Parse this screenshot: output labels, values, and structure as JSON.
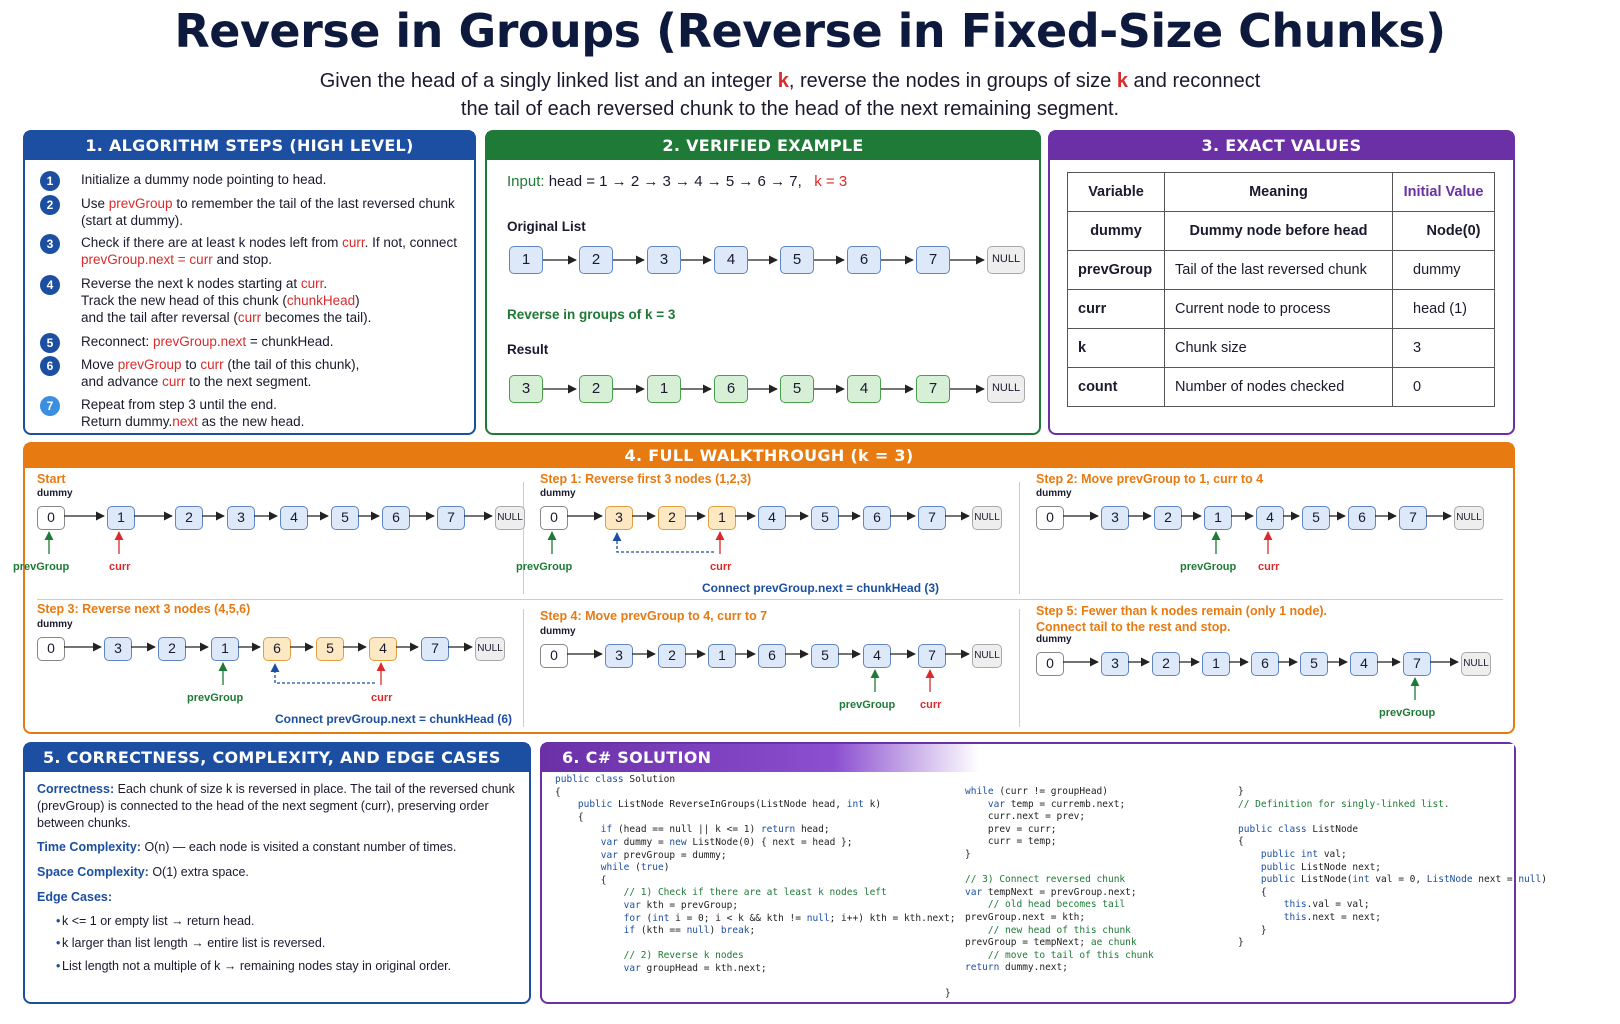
{
  "title": "Reverse in Groups (Reverse in Fixed-Size Chunks)",
  "subtitle": {
    "line1_a": "Given the head of a singly linked list and an integer ",
    "k": "k",
    "line1_b": ", reverse the nodes in groups of size ",
    "line1_c": " and reconnect",
    "line2": "the tail of each reversed chunk to the head of the next remaining segment."
  },
  "panel1": {
    "header": "1.  ALGORITHM STEPS (HIGH LEVEL)",
    "steps": [
      {
        "n": "1",
        "html": "Initialize a dummy node pointing to head."
      },
      {
        "n": "2",
        "html": "Use <span class='red'>prevGroup</span> to remember the tail of the last reversed chunk (start at dummy)."
      },
      {
        "n": "3",
        "html": "Check if there are at least k nodes left from <span class='red'>curr</span>. If not, connect <span class='red'>prevGroup.next = curr</span> and stop."
      },
      {
        "n": "4",
        "html": "Reverse the next k nodes starting at <span class='red'>curr</span>.<br>Track the new head of this chunk (<span class='red'>chunkHead</span>)<br>and the tail after reversal (<span class='red'>curr</span> becomes the tail)."
      },
      {
        "n": "5",
        "html": "Reconnect: <span class='red'>prevGroup.next</span> = chunkHead."
      },
      {
        "n": "6",
        "html": "Move <span class='red'>prevGroup</span> to <span class='red'>curr</span> (the tail of this chunk),<br>and advance <span class='red'>curr</span> to the next segment."
      },
      {
        "n": "7",
        "html": "Repeat from step 3 until the end.<br>Return dummy.<span class='red'>next</span> as the new head."
      }
    ]
  },
  "panel2": {
    "header": "2.  VERIFIED EXAMPLE",
    "input_label": "Input:",
    "input_text": "head = 1 → 2 → 3 → 4 → 5 → 6 → 7,",
    "input_k": "k = 3",
    "original_label": "Original List",
    "original": [
      "1",
      "2",
      "3",
      "4",
      "5",
      "6",
      "7"
    ],
    "reverse_label": "Reverse in groups of  k = 3",
    "result_label": "Result",
    "result": [
      "3",
      "2",
      "1",
      "6",
      "5",
      "4",
      "7"
    ],
    "null": "NULL"
  },
  "panel3": {
    "header": "3.  EXACT VALUES",
    "cols": [
      "Variable",
      "Meaning",
      "Initial Value"
    ],
    "rows": [
      [
        "dummy",
        "Dummy node before head",
        "Node(0)"
      ],
      [
        "prevGroup",
        "Tail of the last reversed chunk",
        "dummy"
      ],
      [
        "curr",
        "Current node to process",
        "head (1)"
      ],
      [
        "k",
        "Chunk size",
        "3"
      ],
      [
        "count",
        "Number of nodes checked",
        "0"
      ]
    ]
  },
  "panel4": {
    "header": "4.  FULL WALKTHROUGH (k = 3)",
    "dummy": "dummy",
    "prevGroup": "prevGroup",
    "curr": "curr",
    "null": "NULL",
    "scenes": [
      {
        "title": "Start",
        "nodes": [
          "0",
          "1",
          "2",
          "3",
          "4",
          "5",
          "6",
          "7"
        ],
        "orange": [],
        "connect": ""
      },
      {
        "title": "Step 1: Reverse first 3 nodes (1,2,3)",
        "nodes": [
          "0",
          "3",
          "2",
          "1",
          "4",
          "5",
          "6",
          "7"
        ],
        "orange": [
          1,
          2,
          3
        ],
        "connect": "Connect prevGroup.next = chunkHead (3)"
      },
      {
        "title": "Step 2: Move prevGroup to 1, curr to 4",
        "nodes": [
          "0",
          "3",
          "2",
          "1",
          "4",
          "5",
          "6",
          "7"
        ],
        "orange": [],
        "connect": ""
      },
      {
        "title": "Step 3: Reverse next 3 nodes (4,5,6)",
        "nodes": [
          "0",
          "3",
          "2",
          "1",
          "6",
          "5",
          "4",
          "7"
        ],
        "orange": [
          4,
          5,
          6
        ],
        "connect": "Connect prevGroup.next = chunkHead (6)"
      },
      {
        "title": "Step 4: Move prevGroup to 4, curr to 7",
        "nodes": [
          "0",
          "3",
          "2",
          "1",
          "6",
          "5",
          "4",
          "7"
        ],
        "orange": [],
        "connect": ""
      },
      {
        "title": "Step 5: Fewer than k nodes remain (only 1 node).",
        "title2": "Connect tail to the rest and stop.",
        "nodes": [
          "0",
          "3",
          "2",
          "1",
          "6",
          "5",
          "4",
          "7"
        ],
        "orange": [],
        "connect": ""
      }
    ]
  },
  "panel5": {
    "header": "5.  CORRECTNESS, COMPLEXITY, AND EDGE CASES",
    "correctness_label": "Correctness:",
    "correctness": "Each chunk of size k is reversed in place. The tail of the reversed chunk (prevGroup) is connected to the head of the next segment (curr), preserving order between chunks.",
    "time_label": "Time Complexity:",
    "time": "O(n) — each node is visited a constant number of times.",
    "space_label": "Space Complexity:",
    "space": "O(1) extra space.",
    "edge_label": "Edge Cases:",
    "edges": [
      "k <= 1 or empty list → return head.",
      "k larger than list length → entire list is reversed.",
      "List length not a multiple of k → remaining nodes stay in original order."
    ]
  },
  "panel6": {
    "header": "6.  C# SOLUTION",
    "code_col1": "<span class='kw'>public class</span> Solution\n{\n    <span class='kw'>public</span> ListNode ReverseInGroups(ListNode head, <span class='kw'>int</span> k)\n    {\n        <span class='kw'>if</span> (head == null || k <= 1) <span class='kw'>return</span> head;\n        <span class='kw'>var</span> dummy = <span class='kw'>new</span> ListNode(0) { next = head };\n        <span class='kw'>var</span> prevGroup = dummy;\n        <span class='kw'>while</span> (<span class='kw'>true</span>)\n        {\n            <span class='cm'>// 1) Check if there are at least k nodes left</span>\n            <span class='kw'>var</span> kth = prevGroup;\n            <span class='kw'>for</span> (<span class='kw'>int</span> i = 0; i < k && kth != <span class='kw'>null</span>; i++) kth = kth.next;\n            <span class='kw'>if</span> (kth == <span class='kw'>null</span>) <span class='kw'>break</span>;\n\n            <span class='cm'>// 2) Reverse k nodes</span>\n            <span class='kw'>var</span> groupHead = kth.next;",
    "code_col2": "<span class='kw'>while</span> (curr != groupHead)\n    <span class='kw'>var</span> temp = curremb.next;\n    curr.next = prev;\n    prev = curr;\n    curr = temp;\n}\n\n<span class='cm'>// 3) Connect reversed chunk</span>\n<span class='kw'>var</span> tempNext = prevGroup.next;\n    <span class='cm'>// old head becomes tail</span>\nprevGroup.next = kth;\n    <span class='cm'>// new head of this chunk</span>\nprevGroup = tempNext; <span class='cm'>ae chunk</span>\n    <span class='cm'>// move to tail of this chunk</span>\n<span class='kw'>return</span> dummy.next;",
    "code_col3": "}\n<span class='cm'>// Definition for singly-linked list.</span>\n\n<span class='kw'>public class</span> ListNode\n{\n    <span class='kw'>public int</span> val;\n    <span class='kw'>public</span> ListNode next;\n    <span class='kw'>public</span> ListNode(<span class='kw'>int</span> val = 0, <span class='kw'>ListNode</span> next = <span class='kw'>null</span>)\n    {\n        <span class='kw'>this</span>.val = val;\n        <span class='kw'>this</span>.next = next;\n    }\n}",
    "closing_brace": "}"
  },
  "colors": {
    "blue": "#1c4fa1",
    "green": "#1e7a36",
    "purple": "#6b2fa6",
    "orange": "#e87a12",
    "red": "#d92b2b"
  }
}
